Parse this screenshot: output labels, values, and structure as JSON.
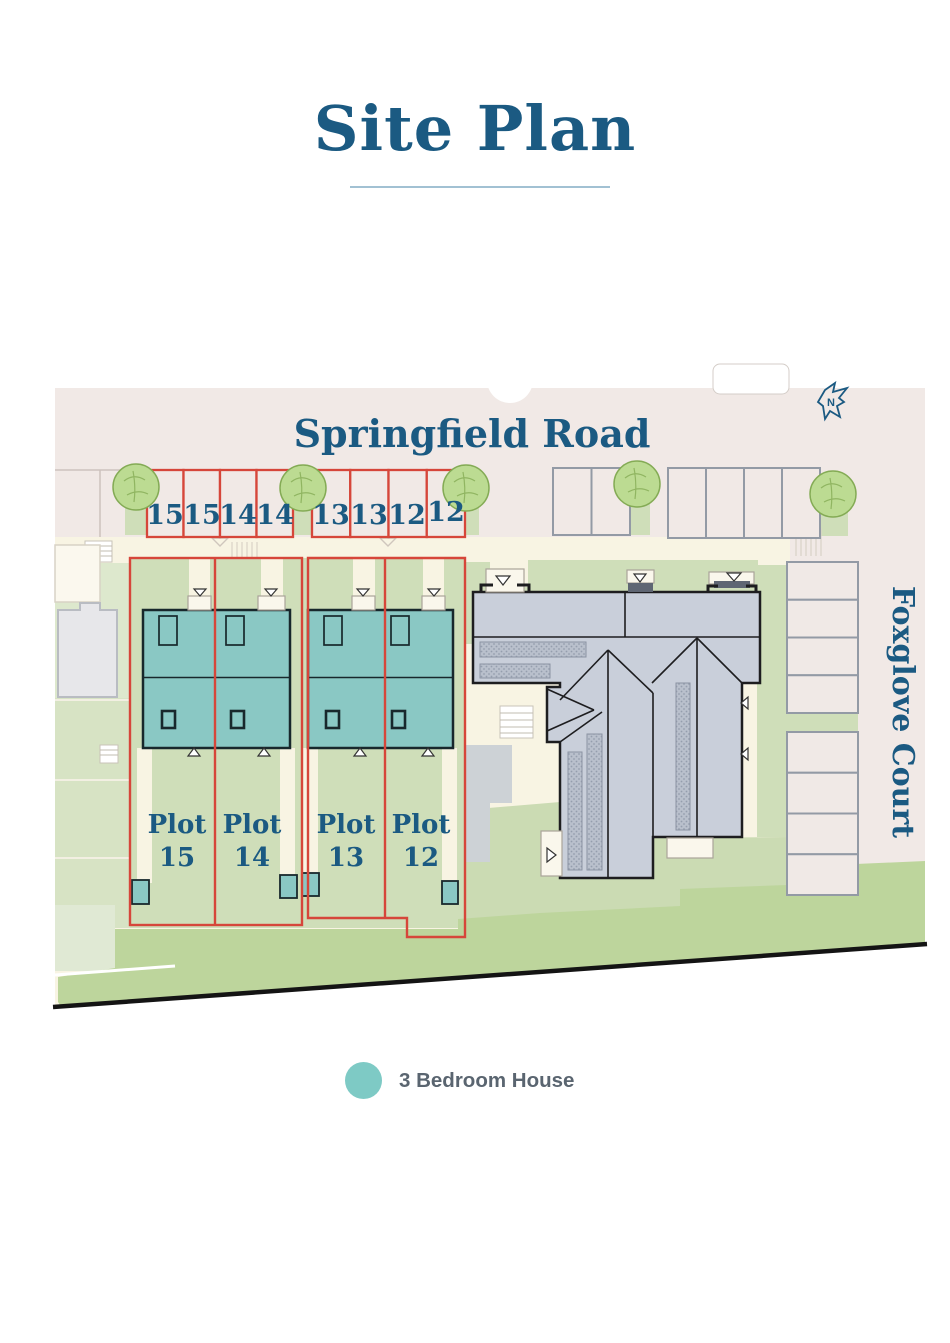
{
  "header": {
    "title": "Site Plan"
  },
  "map": {
    "road_name": "Springfield Road",
    "court_name": "Foxglove Court",
    "north_label": "N",
    "parking_numbers": [
      "15",
      "15",
      "14",
      "14",
      "13",
      "13",
      "12",
      "12"
    ],
    "plots": [
      {
        "label": "Plot",
        "number": "15"
      },
      {
        "label": "Plot",
        "number": "14"
      },
      {
        "label": "Plot",
        "number": "13"
      },
      {
        "label": "Plot",
        "number": "12"
      }
    ],
    "colors": {
      "plot_boundary_red": "#d6463a",
      "house_teal": "#8ac8c4",
      "text_blue": "#1b5a82",
      "road_pink": "#f1e9e6",
      "garden_green": "#cfdeb9",
      "existing_building_gray": "#c9cfda"
    }
  },
  "legend": {
    "items": [
      {
        "label": "3 Bedroom House",
        "color": "#7ecac5"
      }
    ]
  }
}
